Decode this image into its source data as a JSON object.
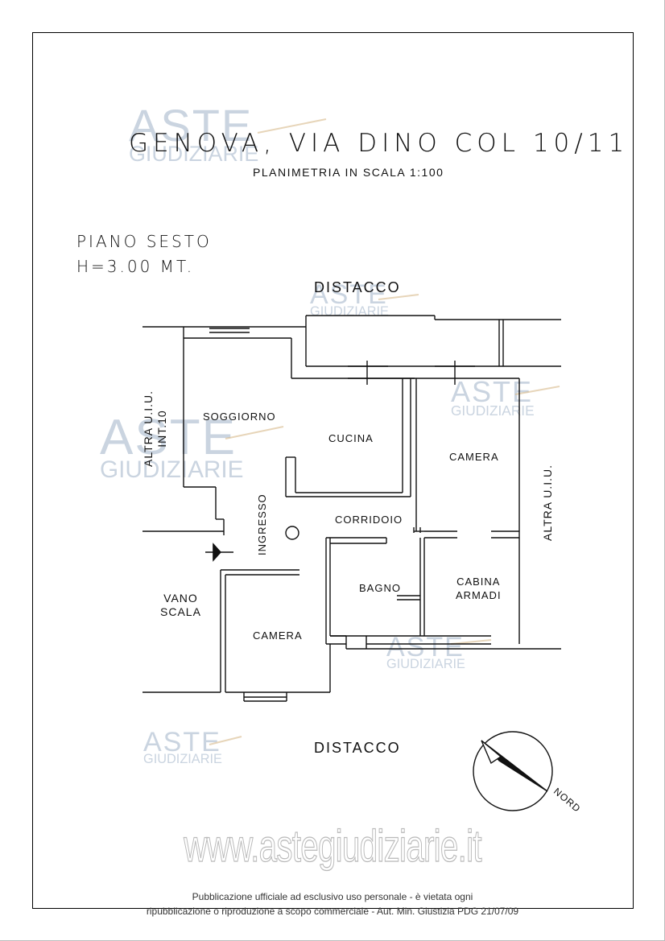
{
  "header": {
    "title": "GENOVA, VIA DINO COL 10/11",
    "subtitle": "PLANIMETRIA IN SCALA 1:100"
  },
  "floor": {
    "name": "PIANO SESTO",
    "height": "H=3.00 MT."
  },
  "rooms": {
    "soggiorno": "SOGGIORNO",
    "cucina": "CUCINA",
    "camera_east": "CAMERA",
    "corridoio": "CORRIDOIO",
    "ingresso": "INGRESSO",
    "bagno": "BAGNO",
    "cabina_line1": "CABINA",
    "cabina_line2": "ARMADI",
    "camera_south": "CAMERA",
    "vano_line1": "VANO",
    "vano_line2": "SCALA"
  },
  "surroundings": {
    "distacco_top": "DISTACCO",
    "distacco_bottom": "DISTACCO",
    "altra_west_line1": "ALTRA U.I.U.",
    "altra_west_line2": "INT.10",
    "altra_east": "ALTRA U.I.U."
  },
  "compass": {
    "label": "NORD"
  },
  "watermark": {
    "line1": "ASTE",
    "line2": "GIUDIZIARIE",
    "site": "www.astegiudiziarie.it"
  },
  "footer": {
    "line1": "Pubblicazione ufficiale ad esclusivo uso personale - è vietata ogni",
    "line2": "ripubblicazione o riproduzione a scopo commerciale - Aut. Min. Giustizia PDG 21/07/09"
  },
  "colors": {
    "watermark": "#9fb2c8",
    "ink": "#111111"
  }
}
